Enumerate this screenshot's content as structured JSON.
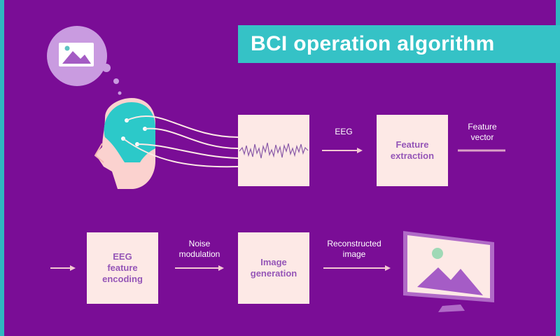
{
  "title": "BCI operation algorithm",
  "row1": {
    "signal_label": "EEG",
    "feature_extraction": "Feature\nextraction",
    "feature_vector_label": "Feature\nvector"
  },
  "row2": {
    "eeg_feature_encoding": "EEG\nfeature\nencoding",
    "noise_label": "Noise\nmodulation",
    "image_generation": "Image\ngeneration",
    "reconstructed_label": "Reconstructed\nimage"
  },
  "icons": [
    "thought-bubble-image-icon",
    "head-eeg-cap-icon",
    "eeg-waveform-icon",
    "monitor-image-icon"
  ],
  "colors": {
    "background": "#7a0d96",
    "accent": "#35c2c6",
    "box": "#fde9e6",
    "box_text": "#9556b7"
  }
}
